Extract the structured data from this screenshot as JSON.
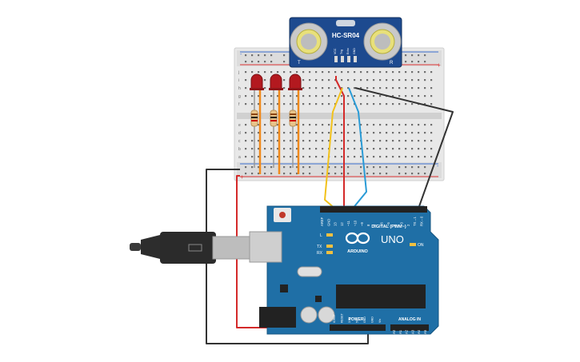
{
  "sensor": {
    "name": "HC-SR04",
    "left_mark": "T",
    "right_mark": "R",
    "pins": [
      "VCC",
      "Trig",
      "Echo",
      "GND"
    ]
  },
  "breadboard": {
    "row_letters_top": [
      "j",
      "i",
      "h",
      "g",
      "f"
    ],
    "row_letters_bottom": [
      "e",
      "d",
      "c",
      "b",
      "a"
    ],
    "plus": "+",
    "minus": "-"
  },
  "arduino": {
    "board_name": "UNO",
    "brand": "ARDUINO",
    "digital_label": "DIGITAL (PWM~)",
    "power_label": "POWER",
    "analog_label": "ANALOG IN",
    "on_label": "ON",
    "l_label": "L",
    "tx_label": "TX",
    "rx_label": "RX",
    "top_pins": [
      "AREF",
      "GND",
      "13",
      "12",
      "~11",
      "~10",
      "~9",
      "8",
      "7",
      "~6",
      "~5",
      "4",
      "~3",
      "2",
      "TX→1",
      "RX←0"
    ],
    "power_pins": [
      "IOREF",
      "RESET",
      "3.3V",
      "5V",
      "GND",
      "GND",
      "Vin"
    ],
    "analog_pins": [
      "A0",
      "A1",
      "A2",
      "A3",
      "A4",
      "A5"
    ]
  },
  "colors": {
    "board_blue": "#1f6fa6",
    "wire_red": "#d42a2a",
    "wire_black": "#333333",
    "wire_yellow": "#f2c21b",
    "wire_blue": "#2a9bd6",
    "wire_orange": "#f08a1c",
    "led_red": "#b3191f",
    "sensor_blue": "#1d4a8f"
  }
}
